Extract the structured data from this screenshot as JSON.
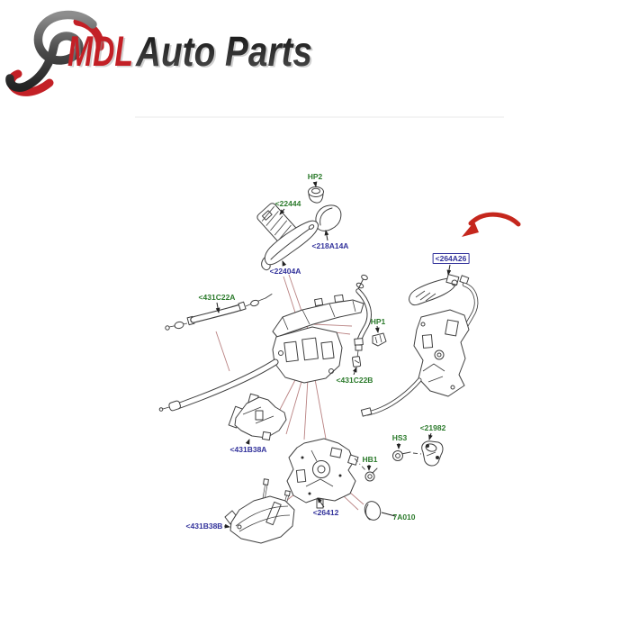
{
  "brand": {
    "name_primary": "MDL",
    "name_secondary": "Auto Parts"
  },
  "colors": {
    "brand_red": "#c32026",
    "brand_dark": "#1c1c1c",
    "label_green": "#2b7a2b",
    "label_navy": "#32329b",
    "arrow_red": "#c5271d",
    "leader_red": "#ad6c6c"
  },
  "icons": {
    "logo_swoosh": "calligraphic-loop-swoosh",
    "pointer_arrow": "curved-arrow-pointing-down-left"
  },
  "diagram": {
    "selected_part_number": "<264A26",
    "labels": [
      {
        "part": "HP2",
        "style": "green"
      },
      {
        "part": "<22444",
        "style": "green"
      },
      {
        "part": "<218A14A",
        "style": "navy"
      },
      {
        "part": "<22404A",
        "style": "navy"
      },
      {
        "part": "<431C22A",
        "style": "green"
      },
      {
        "part": "HP1",
        "style": "green"
      },
      {
        "part": "<431C22B",
        "style": "green"
      },
      {
        "part": "<264A26",
        "style": "navy",
        "boxed": true
      },
      {
        "part": "<431B38A",
        "style": "navy"
      },
      {
        "part": "HB1",
        "style": "green"
      },
      {
        "part": "HS3",
        "style": "green"
      },
      {
        "part": "<21982",
        "style": "green"
      },
      {
        "part": "<26412",
        "style": "navy"
      },
      {
        "part": "7A010",
        "style": "green"
      },
      {
        "part": "<431B38B",
        "style": "navy"
      }
    ]
  }
}
